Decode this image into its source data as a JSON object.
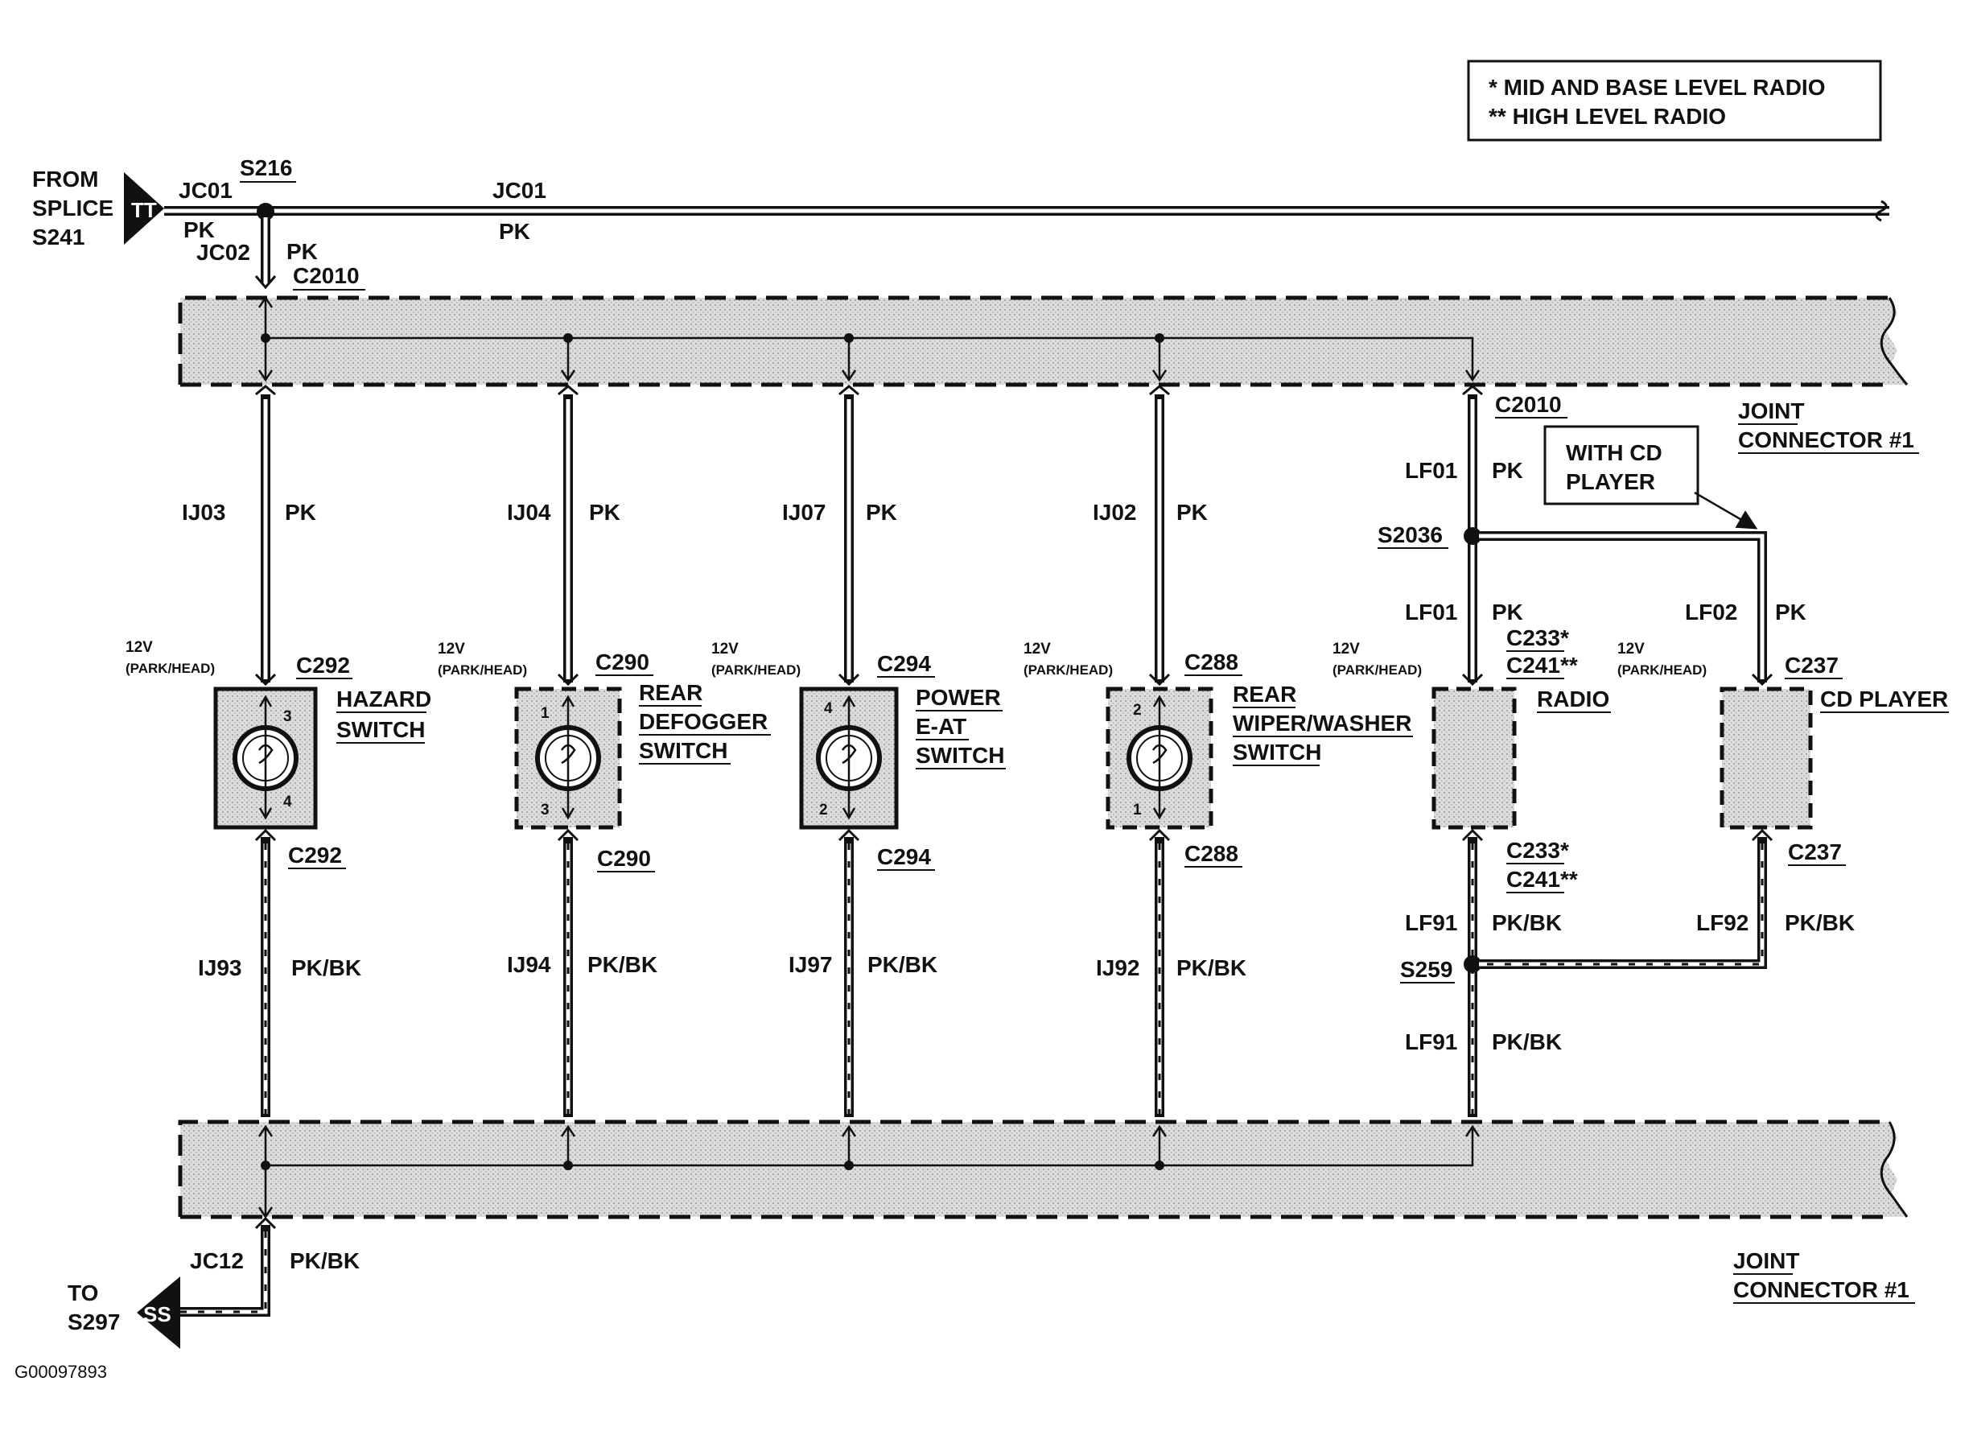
{
  "legend": {
    "line1": "*   MID AND BASE LEVEL RADIO",
    "line2": "**  HIGH LEVEL RADIO"
  },
  "source": {
    "from_line1": "FROM",
    "from_line2": "SPLICE",
    "from_line3": "S241",
    "connector_symbol": "TT",
    "splice_s216": "S216",
    "wire_jc01_left": "JC01",
    "color_pk_left": "PK",
    "wire_jc01_right": "JC01",
    "color_pk_right": "PK",
    "wire_jc02": "JC02",
    "color_pk_jc02": "PK",
    "connector_c2010_top": "C2010"
  },
  "joint_connector_top": {
    "c2010_right": "C2010",
    "label_line1": "JOINT",
    "label_line2": "CONNECTOR #1"
  },
  "joint_connector_bottom": {
    "label_line1": "JOINT",
    "label_line2": "CONNECTOR #1"
  },
  "cd_note": {
    "line1": "WITH CD",
    "line2": "PLAYER"
  },
  "power_label_line1": "12V",
  "power_label_line2": "(PARK/HEAD)",
  "branches": [
    {
      "upper_wire": "IJ03",
      "upper_color": "PK",
      "conn_top": "C292",
      "conn_bottom": "C292",
      "name_line1": "HAZARD",
      "name_line2": "SWITCH",
      "name_line3": "",
      "pin_top": "3",
      "pin_bottom": "4",
      "lower_wire": "IJ93",
      "lower_color": "PK/BK"
    },
    {
      "upper_wire": "IJ04",
      "upper_color": "PK",
      "conn_top": "C290",
      "conn_bottom": "C290",
      "name_line1": "REAR",
      "name_line2": "DEFOGGER",
      "name_line3": "SWITCH",
      "pin_top": "1",
      "pin_bottom": "3",
      "lower_wire": "IJ94",
      "lower_color": "PK/BK"
    },
    {
      "upper_wire": "IJ07",
      "upper_color": "PK",
      "conn_top": "C294",
      "conn_bottom": "C294",
      "name_line1": "POWER",
      "name_line2": "E-AT",
      "name_line3": "SWITCH",
      "pin_top": "4",
      "pin_bottom": "2",
      "lower_wire": "IJ97",
      "lower_color": "PK/BK"
    },
    {
      "upper_wire": "IJ02",
      "upper_color": "PK",
      "conn_top": "C288",
      "conn_bottom": "C288",
      "name_line1": "REAR",
      "name_line2": "WIPER/WASHER",
      "name_line3": "SWITCH",
      "pin_top": "2",
      "pin_bottom": "1",
      "lower_wire": "IJ92",
      "lower_color": "PK/BK"
    }
  ],
  "radio": {
    "upper_wire": "LF01",
    "upper_color": "PK",
    "splice_s2036": "S2036",
    "mid_wire": "LF01",
    "mid_color": "PK",
    "conn_top_line1": "C233*",
    "conn_top_line2": "C241**",
    "name": "RADIO",
    "conn_bottom_line1": "C233*",
    "conn_bottom_line2": "C241**",
    "lower_wire": "LF91",
    "lower_color": "PK/BK",
    "splice_s259": "S259",
    "bottom_wire": "LF91",
    "bottom_color": "PK/BK"
  },
  "cd_player": {
    "upper_wire": "LF02",
    "upper_color": "PK",
    "conn_top": "C237",
    "name": "CD PLAYER",
    "conn_bottom": "C237",
    "lower_wire": "LF92",
    "lower_color": "PK/BK"
  },
  "output": {
    "wire": "JC12",
    "color": "PK/BK",
    "to_line1": "TO",
    "to_line2": "S297",
    "connector_symbol": "SS"
  },
  "figure_id": "G00097893"
}
